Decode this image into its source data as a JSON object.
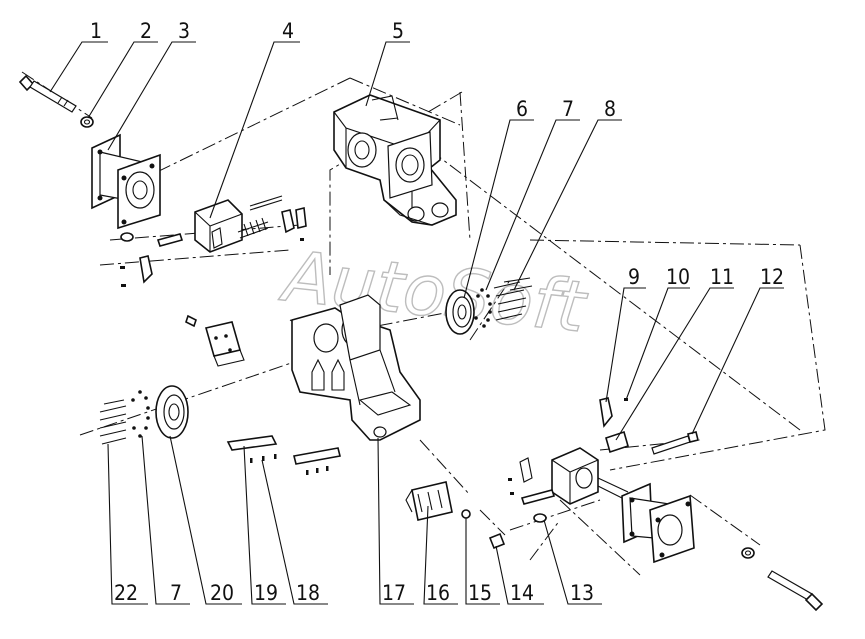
{
  "watermark": {
    "line1": "AutoSoft"
  },
  "callouts": [
    {
      "id": "1",
      "label": "1"
    },
    {
      "id": "2",
      "label": "2"
    },
    {
      "id": "3",
      "label": "3"
    },
    {
      "id": "4",
      "label": "4"
    },
    {
      "id": "5",
      "label": "5"
    },
    {
      "id": "6",
      "label": "6"
    },
    {
      "id": "7",
      "label": "7"
    },
    {
      "id": "8",
      "label": "8"
    },
    {
      "id": "9",
      "label": "9"
    },
    {
      "id": "10",
      "label": "10"
    },
    {
      "id": "11",
      "label": "11"
    },
    {
      "id": "12",
      "label": "12"
    },
    {
      "id": "13",
      "label": "13"
    },
    {
      "id": "14",
      "label": "14"
    },
    {
      "id": "15",
      "label": "15"
    },
    {
      "id": "16",
      "label": "16"
    },
    {
      "id": "17",
      "label": "17"
    },
    {
      "id": "18",
      "label": "18"
    },
    {
      "id": "19",
      "label": "19"
    },
    {
      "id": "20",
      "label": "20"
    },
    {
      "id": "7b",
      "label": "7"
    },
    {
      "id": "22",
      "label": "22"
    }
  ]
}
